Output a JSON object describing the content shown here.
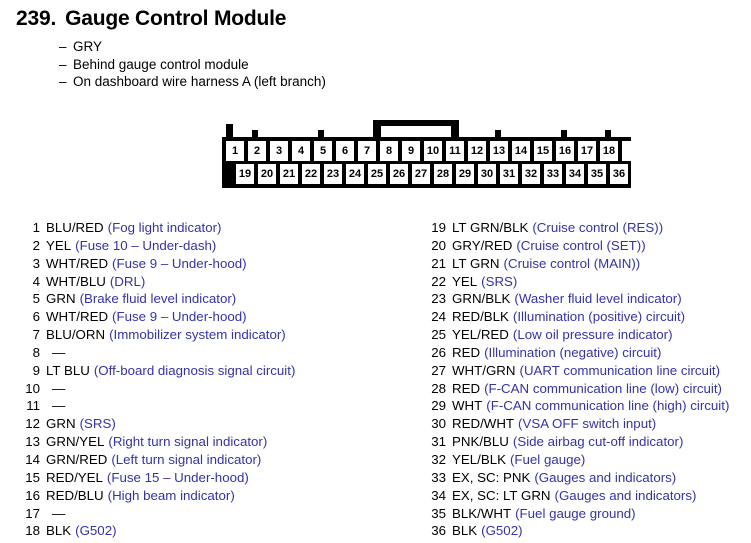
{
  "document": {
    "section_number": "239.",
    "title": "Gauge Control Module",
    "subtitles": [
      "GRY",
      "Behind gauge control module",
      "On dashboard wire harness A (left branch)"
    ],
    "dash": "–",
    "empty_marker": "—"
  },
  "connector": {
    "top_row": [
      "1",
      "2",
      "3",
      "4",
      "5",
      "6",
      "7",
      "8",
      "9",
      "10",
      "11",
      "12",
      "13",
      "14",
      "15",
      "16",
      "17",
      "18",
      ""
    ],
    "bottom_row": [
      "19",
      "20",
      "21",
      "22",
      "23",
      "24",
      "25",
      "26",
      "27",
      "28",
      "29",
      "30",
      "31",
      "32",
      "33",
      "34",
      "35",
      "36"
    ]
  },
  "colors": {
    "description_blue": "#3333aa",
    "wire_black": "#000000",
    "connector_body": "#000000",
    "page_background": "#ffffff"
  },
  "pins": {
    "left": [
      {
        "no": "1",
        "wire": "BLU/RED",
        "desc": "(Fog light indicator)"
      },
      {
        "no": "2",
        "wire": "YEL",
        "desc": "(Fuse 10 – Under-dash)"
      },
      {
        "no": "3",
        "wire": "WHT/RED",
        "desc": "(Fuse 9 – Under-hood)"
      },
      {
        "no": "4",
        "wire": "WHT/BLU",
        "desc": "(DRL)"
      },
      {
        "no": "5",
        "wire": "GRN",
        "desc": "(Brake fluid level indicator)"
      },
      {
        "no": "6",
        "wire": "WHT/RED",
        "desc": "(Fuse 9 – Under-hood)"
      },
      {
        "no": "7",
        "wire": "BLU/ORN",
        "desc": "(Immobilizer system indicator)"
      },
      {
        "no": "8",
        "wire": "—",
        "desc": ""
      },
      {
        "no": "9",
        "wire": "LT BLU",
        "desc": "(Off-board diagnosis signal circuit)"
      },
      {
        "no": "10",
        "wire": "—",
        "desc": ""
      },
      {
        "no": "11",
        "wire": "—",
        "desc": ""
      },
      {
        "no": "12",
        "wire": "GRN",
        "desc": "(SRS)"
      },
      {
        "no": "13",
        "wire": "GRN/YEL",
        "desc": "(Right turn signal indicator)"
      },
      {
        "no": "14",
        "wire": "GRN/RED",
        "desc": "(Left turn signal indicator)"
      },
      {
        "no": "15",
        "wire": "RED/YEL",
        "desc": "(Fuse 15 – Under-hood)"
      },
      {
        "no": "16",
        "wire": "RED/BLU",
        "desc": "(High beam indicator)"
      },
      {
        "no": "17",
        "wire": "—",
        "desc": ""
      },
      {
        "no": "18",
        "wire": "BLK",
        "desc": "(G502)"
      }
    ],
    "right": [
      {
        "no": "19",
        "wire": "LT GRN/BLK",
        "desc": "(Cruise control (RES))"
      },
      {
        "no": "20",
        "wire": "GRY/RED",
        "desc": "(Cruise control (SET))"
      },
      {
        "no": "21",
        "wire": "LT GRN",
        "desc": "(Cruise control (MAIN))"
      },
      {
        "no": "22",
        "wire": "YEL",
        "desc": "(SRS)"
      },
      {
        "no": "23",
        "wire": "GRN/BLK",
        "desc": "(Washer fluid level indicator)"
      },
      {
        "no": "24",
        "wire": "RED/BLK",
        "desc": "(Illumination (positive) circuit)"
      },
      {
        "no": "25",
        "wire": "YEL/RED",
        "desc": "(Low oil pressure indicator)"
      },
      {
        "no": "26",
        "wire": "RED",
        "desc": "(Illumination (negative) circuit)"
      },
      {
        "no": "27",
        "wire": "WHT/GRN",
        "desc": "(UART communication line circuit)"
      },
      {
        "no": "28",
        "wire": "RED",
        "desc": "(F-CAN communication line (low) circuit)"
      },
      {
        "no": "29",
        "wire": "WHT",
        "desc": "(F-CAN communication line (high) circuit)"
      },
      {
        "no": "30",
        "wire": "RED/WHT",
        "desc": "(VSA OFF switch input)"
      },
      {
        "no": "31",
        "wire": "PNK/BLU",
        "desc": "(Side airbag cut-off indicator)"
      },
      {
        "no": "32",
        "wire": "YEL/BLK",
        "desc": "(Fuel gauge)"
      },
      {
        "no": "33",
        "wire": "EX, SC: PNK",
        "desc": "(Gauges and indicators)"
      },
      {
        "no": "34",
        "wire": "EX, SC: LT GRN",
        "desc": "(Gauges and indicators)"
      },
      {
        "no": "35",
        "wire": "BLK/WHT",
        "desc": "(Fuel gauge ground)"
      },
      {
        "no": "36",
        "wire": "BLK",
        "desc": "(G502)"
      }
    ]
  }
}
